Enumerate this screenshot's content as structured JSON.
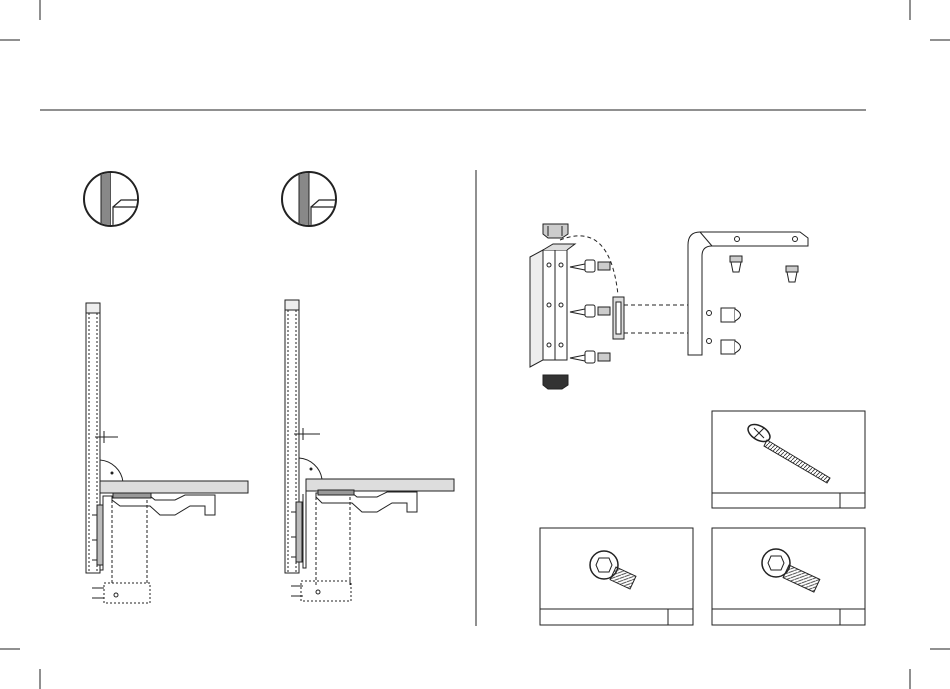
{
  "page": {
    "title": "",
    "section_left": {
      "detail_a": "",
      "detail_b": ""
    },
    "section_right": {
      "exploded_view": ""
    },
    "parts": [
      {
        "id": "wood-screw",
        "name": "",
        "qty": ""
      },
      {
        "id": "button-head-screw-short",
        "name": "",
        "qty": ""
      },
      {
        "id": "button-head-screw-long",
        "name": "",
        "qty": ""
      }
    ]
  },
  "colors": {
    "line": "#222222",
    "panel_gray": "#d9d9d9",
    "accent_gray": "#888888"
  }
}
